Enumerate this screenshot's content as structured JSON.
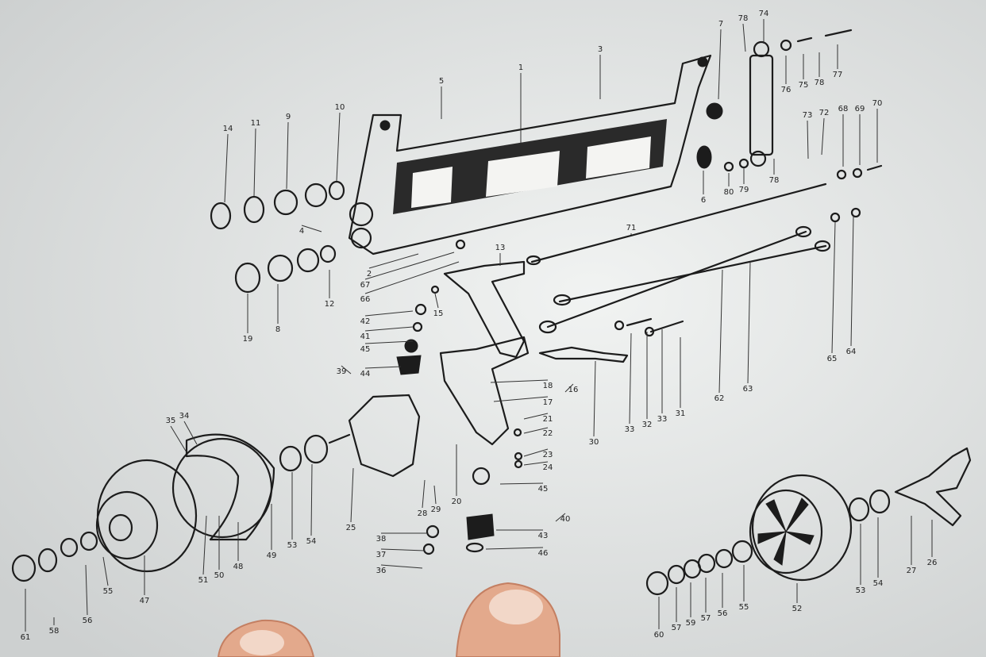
{
  "diagram": {
    "type": "exploded-parts-diagram",
    "part_labels": {
      "1": "1",
      "2": "2",
      "3": "3",
      "4": "4",
      "5": "5",
      "6": "6",
      "7": "7",
      "8": "8",
      "9": "9",
      "10": "10",
      "11": "11",
      "12": "12",
      "13": "13",
      "14": "14",
      "15": "15",
      "16": "16",
      "17": "17",
      "18": "18",
      "19": "19",
      "20": "20",
      "21": "21",
      "22": "22",
      "23": "23",
      "24": "24",
      "25": "25",
      "26": "26",
      "27": "27",
      "28": "28",
      "29": "29",
      "30": "30",
      "31": "31",
      "32": "32",
      "33": "33",
      "34": "34",
      "35": "35",
      "36": "36",
      "37": "37",
      "38": "38",
      "39": "39",
      "40": "40",
      "41": "41",
      "42": "42",
      "43": "43",
      "44": "44",
      "45": "45",
      "46": "46",
      "47": "47",
      "48": "48",
      "49": "49",
      "50": "50",
      "51": "51",
      "52": "52",
      "53": "53",
      "54": "54",
      "55": "55",
      "56": "56",
      "57": "57",
      "58": "58",
      "59": "59",
      "60": "60",
      "61": "61",
      "62": "62",
      "63": "63",
      "64": "64",
      "65": "65",
      "66": "66",
      "67": "67",
      "68": "68",
      "69": "69",
      "70": "70",
      "71": "71",
      "72": "72",
      "73": "73",
      "74": "74",
      "75": "75",
      "76": "76",
      "77": "77",
      "78": "78",
      "79": "79",
      "80": "80"
    }
  }
}
